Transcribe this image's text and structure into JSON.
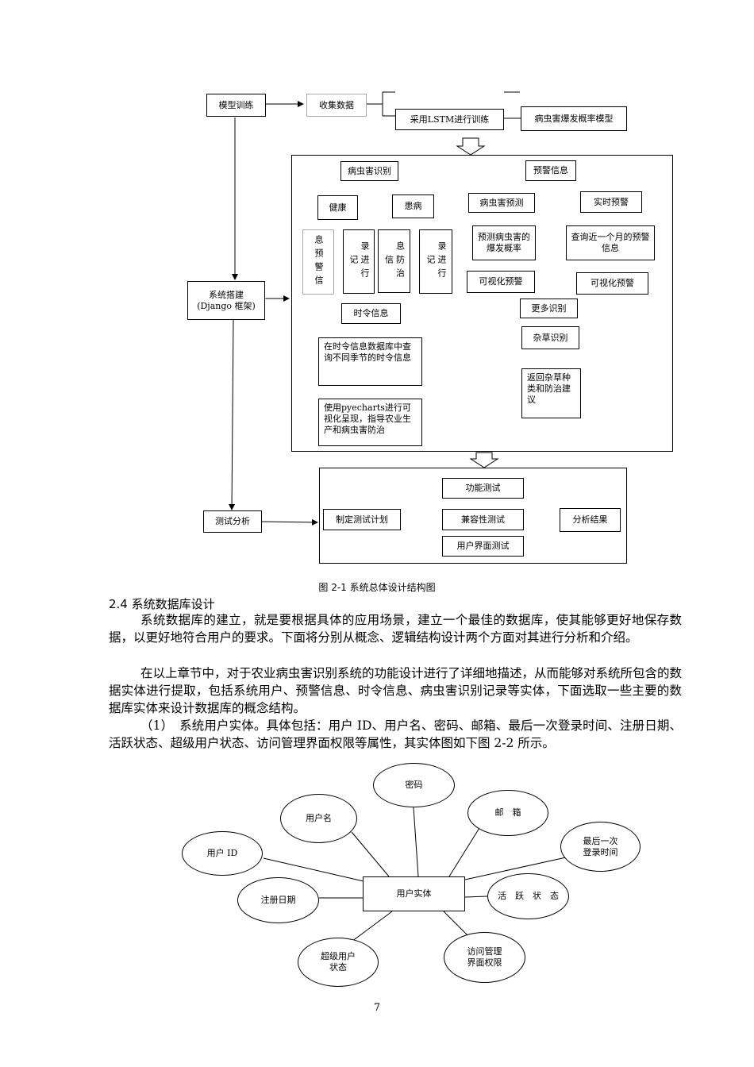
{
  "figure1": {
    "model_training": "模型训练",
    "collect_data": "收集数据",
    "lstm_training": "采用LSTM进行训练",
    "pest_probability_model": "病虫害爆发概率模型",
    "system_build": "系统搭建\n(Django 框架)",
    "test_analysis": "测试分析",
    "pest_identification": "病虫害识别",
    "healthy": "健康",
    "diseased": "患病",
    "healthy_sub1": "息预警信",
    "healthy_sub2": "录进行记",
    "diseased_sub1": "息防治信",
    "diseased_sub2": "录进行记",
    "warning_info": "预警信息",
    "pest_prediction": "病虫害预测",
    "realtime_warning": "实时预警",
    "predict_probability": "预测病虫害的爆发概率",
    "query_month": "查询近一个月的预警信息",
    "visual_warning_1": "可视化预警",
    "visual_warning_2": "可视化预警",
    "season_info": "时令信息",
    "season_query": "在时令信息数据库中查询不同季节的时令信息",
    "pyecharts": "使用pyecharts进行可视化呈现，指导农业生产和病虫害防治",
    "more_identification": "更多识别",
    "weed_identification": "杂草识别",
    "weed_result": "返回杂草种类和防治建议",
    "make_test_plan": "制定测试计划",
    "function_test": "功能测试",
    "compat_test": "兼容性测试",
    "ui_test": "用户界面测试",
    "analysis_result": "分析结果"
  },
  "caption1": "图 2-1 系统总体设计结构图",
  "section_heading": "2.4  系统数据库设计",
  "paragraphs": [
    "系统数据库的建立，就是要根据具体的应用场景，建立一个最佳的数据库，使其能够更好地保存数据，以更好地符合用户的要求。下面将分别从概念、逻辑结构设计两个方面对其进行分析和介绍。",
    "在以上章节中，对于农业病虫害识别系统的功能设计进行了详细地描述，从而能够对系统所包含的数据实体进行提取，包括系统用户、预警信息、时令信息、病虫害识别记录等实体，下面选取一些主要的数据库实体来设计数据库的概念结构。",
    "（1）　系统用户实体。具体包括：用户 ID、用户名、密码、邮箱、最后一次登录时间、注册日期、活跃状态、超级用户状态、访问管理界面权限等属性，其实体图如下图 2-2 所示。"
  ],
  "figure2": {
    "entity": "用户实体",
    "password": "密码",
    "username": "用户名",
    "email": "邮　箱",
    "last_login": "最后一次\n登录时间",
    "user_id": "用户 ID",
    "reg_date": "注册日期",
    "active": "活　跃　状　态",
    "superuser": "超级用户\n状态",
    "admin_access": "访问管理\n界面权限"
  },
  "page_number": "7"
}
